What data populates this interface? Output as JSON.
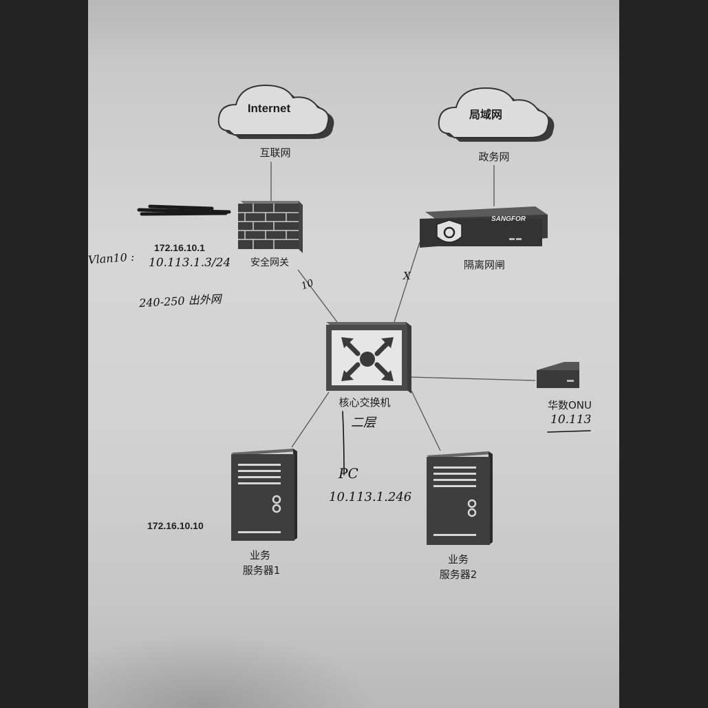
{
  "nodes": {
    "internet_cloud": {
      "text": "Internet",
      "caption": "互联网"
    },
    "lan_cloud": {
      "text": "局域网",
      "caption": "政务网"
    },
    "firewall": {
      "caption": "安全网关",
      "ip": "172.16.10.1"
    },
    "gatekeeper": {
      "caption": "隔离网闸",
      "brand": "SANGFOR"
    },
    "core_switch": {
      "caption": "核心交换机"
    },
    "onu": {
      "caption": "华数ONU"
    },
    "server1": {
      "caption_line1": "业务",
      "caption_line2": "服务器1",
      "ip": "172.16.10.10"
    },
    "server2": {
      "caption_line1": "业务",
      "caption_line2": "服务器2"
    }
  },
  "annotations": {
    "vlan": "Vlan10 :",
    "firewall_ip2": "10.113.1.3/24",
    "outbound": "240-250 出外网",
    "link_fw": "10",
    "link_gk": "X",
    "layer": "二层",
    "pc": "PC",
    "pc_ip": "10.113.1.246",
    "onu_ip": "10.113"
  },
  "colors": {
    "background": "#232323",
    "paper": "#d2d2d2",
    "device_dark": "#3a3a3a",
    "ink": "#1e1e1e"
  }
}
